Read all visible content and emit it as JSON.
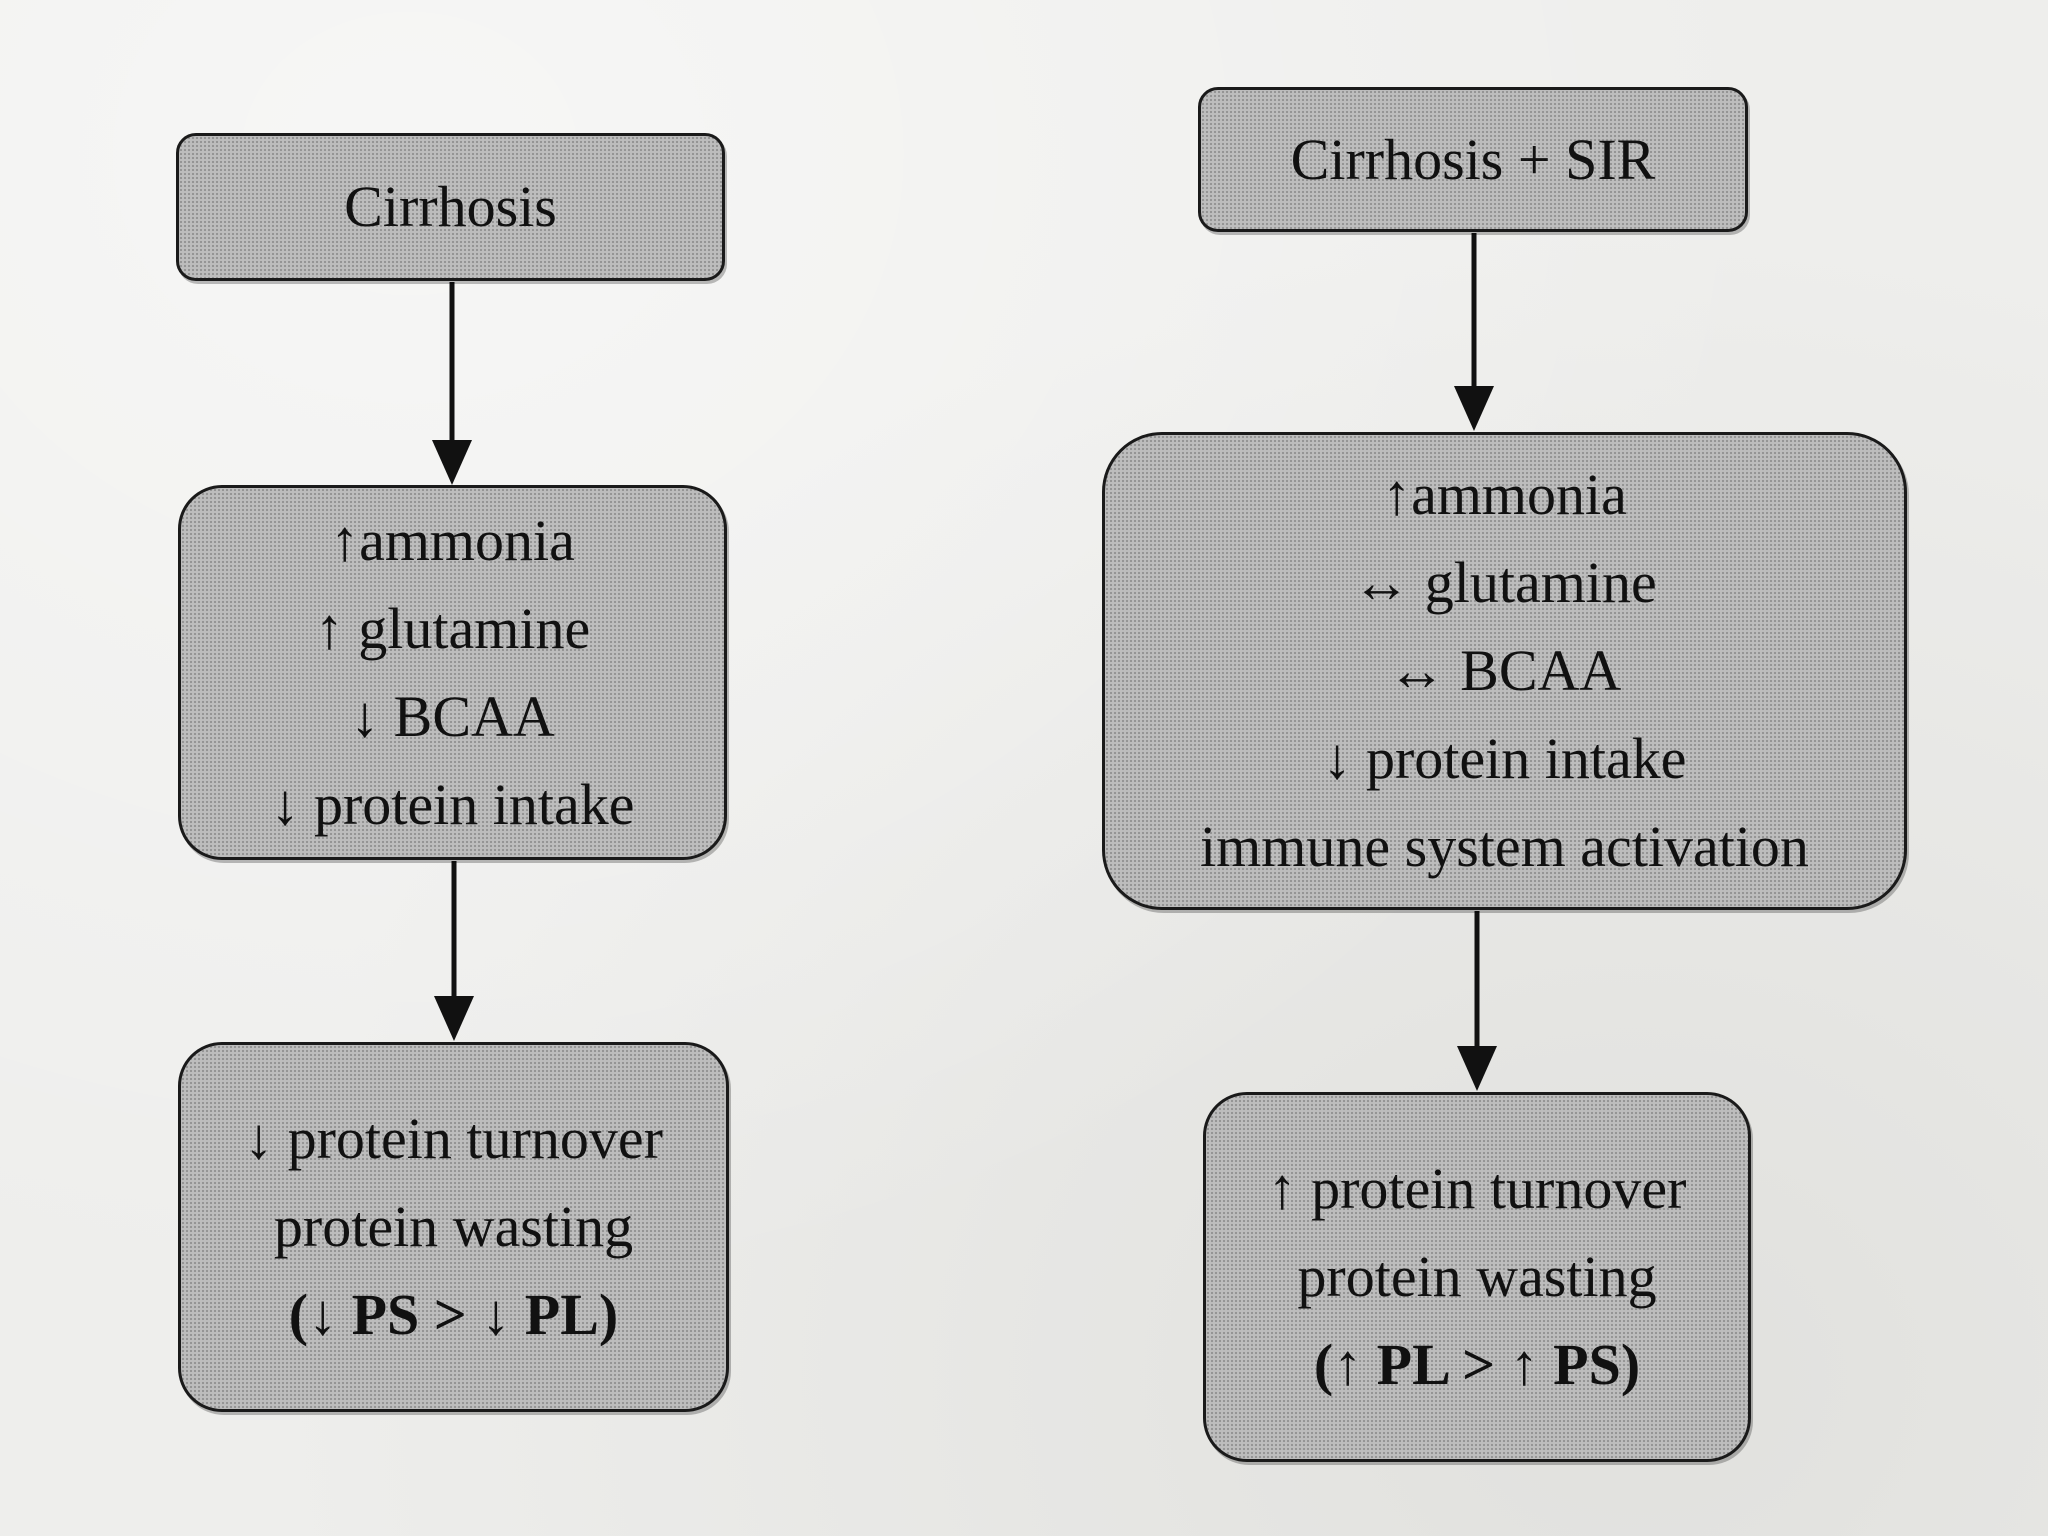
{
  "left_flow": {
    "top_box": [
      "Cirrhosis"
    ],
    "middle_box": [
      "↑ammonia",
      "↑ glutamine",
      "↓ BCAA",
      "↓ protein intake"
    ],
    "bottom_box": [
      "↓  protein turnover",
      "protein wasting",
      "(↓ PS  > ↓ PL)"
    ]
  },
  "right_flow": {
    "top_box": [
      "Cirrhosis + SIR"
    ],
    "middle_box": [
      "↑ammonia",
      "↔ glutamine",
      "↔  BCAA",
      "↓ protein intake",
      "immune system activation"
    ],
    "bottom_box": [
      "↑ protein turnover",
      "protein wasting",
      "(↑ PL  > ↑ PS)"
    ]
  }
}
